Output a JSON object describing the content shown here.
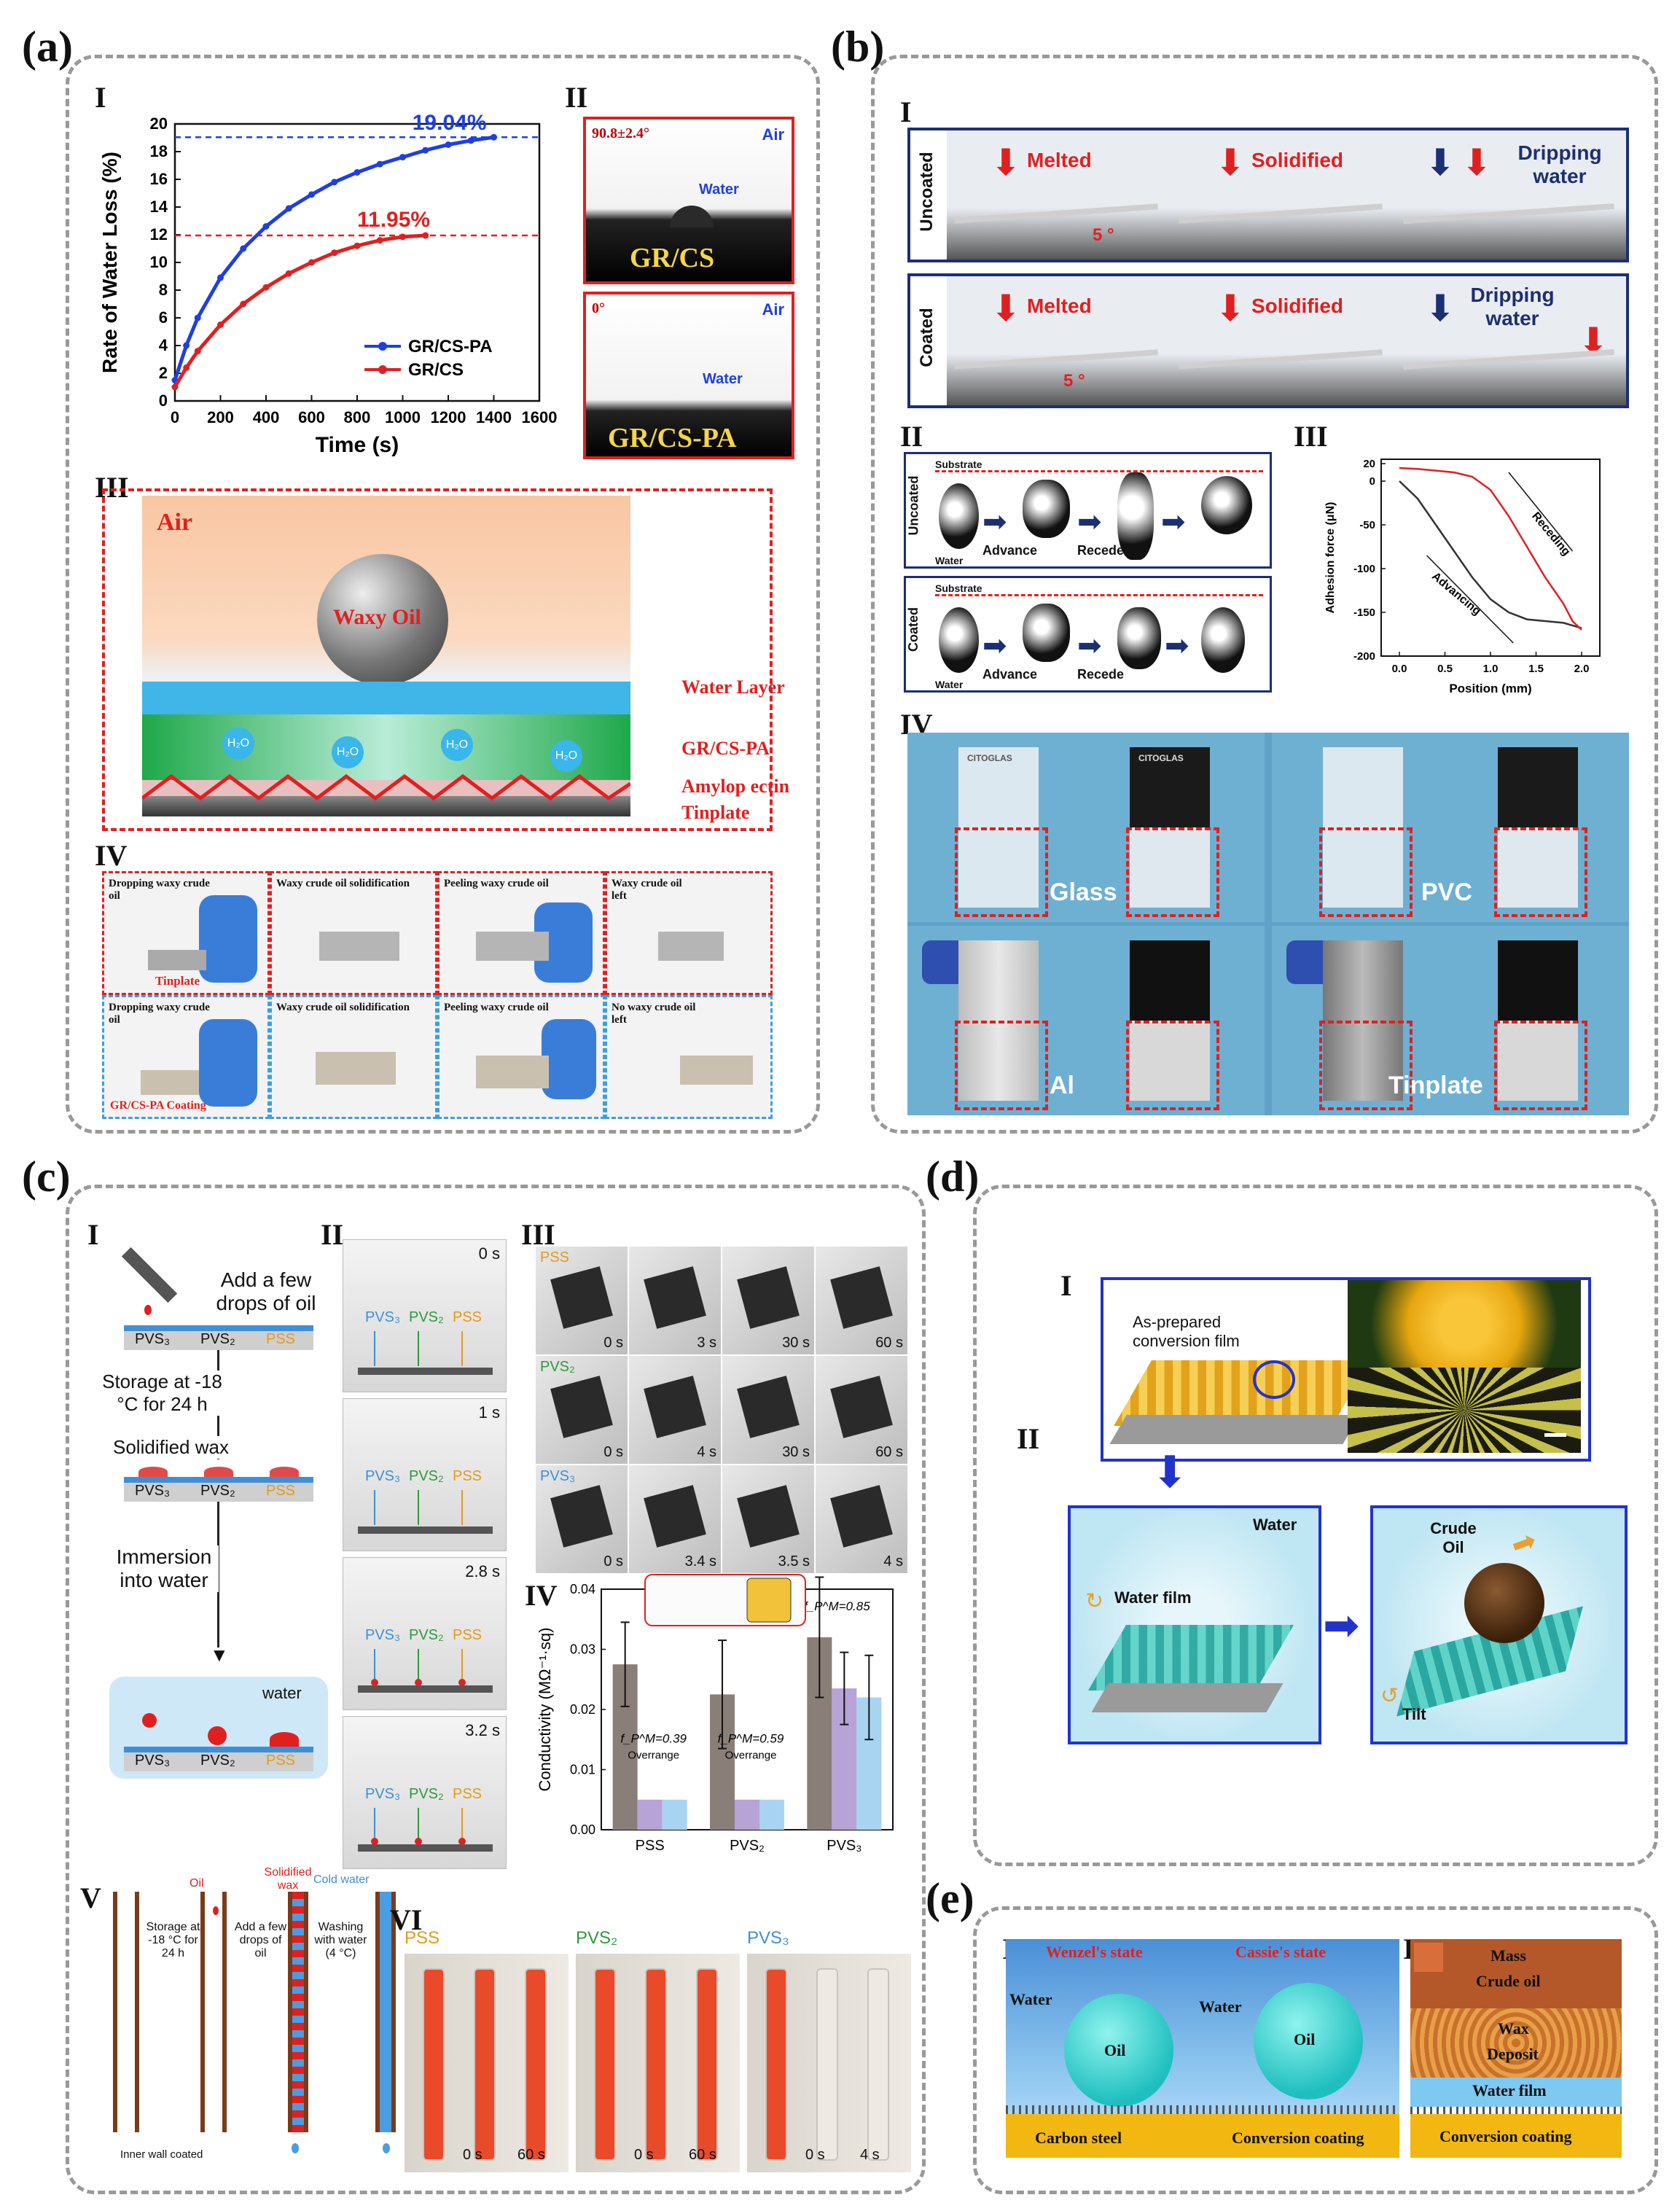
{
  "figure": {
    "panels": {
      "a": {
        "label": "(a)",
        "sub1": {
          "numeral": "I",
          "chart_data": {
            "type": "line",
            "xlabel": "Time (s)",
            "ylabel": "Rate of Water Loss (%)",
            "xlim": [
              0,
              1600
            ],
            "ylim": [
              0,
              20
            ],
            "x_ticks": [
              "0",
              "200",
              "400",
              "600",
              "800",
              "1000",
              "1200",
              "1400",
              "1600"
            ],
            "y_ticks": [
              "0",
              "2",
              "4",
              "6",
              "8",
              "10",
              "12",
              "14",
              "16",
              "18",
              "20"
            ],
            "legend_position": "bottom-right",
            "series": [
              {
                "name": "GR/CS-PA",
                "color": "#1f3fe0",
                "x": [
                  0,
                  50,
                  100,
                  200,
                  300,
                  400,
                  500,
                  600,
                  700,
                  800,
                  900,
                  1000,
                  1100,
                  1200,
                  1300,
                  1400
                ],
                "y": [
                  1.5,
                  4.0,
                  6.0,
                  8.9,
                  11.0,
                  12.6,
                  13.9,
                  14.9,
                  15.8,
                  16.5,
                  17.1,
                  17.6,
                  18.1,
                  18.5,
                  18.8,
                  19.04
                ]
              },
              {
                "name": "GR/CS",
                "color": "#e02020",
                "x": [
                  0,
                  50,
                  100,
                  200,
                  300,
                  400,
                  500,
                  600,
                  700,
                  800,
                  900,
                  1000,
                  1100
                ],
                "y": [
                  1.0,
                  2.4,
                  3.6,
                  5.5,
                  7.0,
                  8.2,
                  9.2,
                  10.0,
                  10.7,
                  11.2,
                  11.6,
                  11.85,
                  11.95
                ]
              }
            ],
            "annotations": [
              {
                "text": "19.04%",
                "y": 19.04,
                "color": "#1f3fe0"
              },
              {
                "text": "11.95%",
                "y": 11.95,
                "color": "#e02020"
              }
            ]
          }
        },
        "sub2": {
          "numeral": "II",
          "top": {
            "angle": "90.8±2.4°",
            "medium": "Air",
            "drop": "Water",
            "surface": "GR/CS"
          },
          "bottom": {
            "angle": "0°",
            "medium": "Air",
            "drop": "Water",
            "surface": "GR/CS-PA"
          }
        },
        "sub3": {
          "numeral": "III",
          "air": "Air",
          "droplet": "Waxy Oil",
          "h2o": "H₂O",
          "layers": [
            "Water Layer",
            "GR/CS-PA",
            "Amylop ectin",
            "Tinplate"
          ]
        },
        "sub4": {
          "numeral": "IV",
          "row1": [
            "Dropping waxy crude oil",
            "Waxy crude oil solidification",
            "Peeling waxy crude oil",
            "Waxy crude oil left"
          ],
          "row1_tag": "Tinplate",
          "row2": [
            "Dropping waxy crude oil",
            "Waxy crude oil solidification",
            "Peeling waxy crude oil",
            "No waxy crude oil left"
          ],
          "row2_tag": "GR/CS-PA Coating"
        }
      },
      "b": {
        "label": "(b)",
        "sub1": {
          "numeral": "I",
          "rows": [
            {
              "side": "Uncoated",
              "cells": [
                "Melted",
                "Solidified",
                "Dripping water"
              ],
              "angle": "5 °"
            },
            {
              "side": "Coated",
              "cells": [
                "Melted",
                "Solidified",
                "Dripping water"
              ],
              "angle": "5 °"
            }
          ]
        },
        "sub2": {
          "numeral": "II",
          "rows": [
            {
              "side": "Uncoated",
              "substrate": "Substrate",
              "water": "Water",
              "advance": "Advance",
              "recede": "Recede"
            },
            {
              "side": "Coated",
              "substrate": "Substrate",
              "water": "Water",
              "advance": "Advance",
              "recede": "Recede"
            }
          ]
        },
        "sub3": {
          "numeral": "III",
          "chart_data": {
            "type": "line",
            "xlabel": "Position (mm)",
            "ylabel": "Adhesion force (μN)",
            "xlim": [
              -0.2,
              2.2
            ],
            "ylim": [
              -200,
              25
            ],
            "x_ticks": [
              "0.0",
              "0.5",
              "1.0",
              "1.5",
              "2.0"
            ],
            "y_ticks": [
              "20",
              "0",
              "-50",
              "-100",
              "-150",
              "-200"
            ],
            "series": [
              {
                "name": "Advancing",
                "color": "#333333",
                "x": [
                  0,
                  0.2,
                  0.4,
                  0.6,
                  0.8,
                  1.0,
                  1.2,
                  1.4,
                  1.6,
                  1.8,
                  2.0
                ],
                "y": [
                  0,
                  -20,
                  -50,
                  -80,
                  -110,
                  -135,
                  -150,
                  -158,
                  -160,
                  -162,
                  -168
                ]
              },
              {
                "name": "Receding",
                "color": "#e02020",
                "x": [
                  2.0,
                  1.9,
                  1.8,
                  1.6,
                  1.4,
                  1.2,
                  1.0,
                  0.8,
                  0.6,
                  0.4,
                  0.2,
                  0
                ],
                "y": [
                  -170,
                  -160,
                  -140,
                  -110,
                  -75,
                  -40,
                  -10,
                  5,
                  10,
                  12,
                  14,
                  15
                ]
              }
            ],
            "labels": [
              "Advancing",
              "Receding"
            ]
          }
        },
        "sub4": {
          "numeral": "IV",
          "materials": [
            "Glass",
            "PVC",
            "Al",
            "Tinplate"
          ],
          "brand": "CITOGLAS"
        }
      },
      "c": {
        "label": "(c)",
        "sub1": {
          "numeral": "I",
          "add": "Add a few drops of oil",
          "surfaces": [
            "PVS₃",
            "PVS₂",
            "PSS"
          ],
          "storage": "Storage at -18 °C for 24 h",
          "solidified": "Solidified wax",
          "immersion": "Immersion into water",
          "water": "water"
        },
        "sub2": {
          "numeral": "II",
          "times": [
            "0 s",
            "1 s",
            "2.8 s",
            "3.2 s"
          ],
          "surfaces": [
            "PVS₃",
            "PVS₂",
            "PSS"
          ]
        },
        "sub3": {
          "numeral": "III",
          "rows": [
            {
              "name": "PSS",
              "times": [
                "0 s",
                "3 s",
                "30 s",
                "60 s"
              ]
            },
            {
              "name": "PVS₂",
              "times": [
                "0 s",
                "4 s",
                "30 s",
                "60 s"
              ]
            },
            {
              "name": "PVS₃",
              "times": [
                "0 s",
                "3.4 s",
                "3.5 s",
                "4 s"
              ]
            }
          ]
        },
        "sub4": {
          "numeral": "IV",
          "chart_data": {
            "type": "bar",
            "ylabel": "Conductivity (MΩ⁻¹·sq)",
            "categories": [
              "PSS",
              "PVS₂",
              "PVS₃"
            ],
            "ylim": [
              0,
              0.04
            ],
            "y_ticks": [
              "0.00",
              "0.01",
              "0.02",
              "0.03",
              "0.04"
            ],
            "series": [
              {
                "color": "#8a7f78",
                "values": [
                  0.0275,
                  0.0225,
                  0.032
                ],
                "err": [
                  0.007,
                  0.009,
                  0.01
                ]
              },
              {
                "color": "#b7a3d6",
                "values": [
                  0.005,
                  0.005,
                  0.0235
                ],
                "err": [
                  0,
                  0,
                  0.006
                ]
              },
              {
                "color": "#a8d4f2",
                "values": [
                  0.005,
                  0.005,
                  0.022
                ],
                "err": [
                  0,
                  0,
                  0.007
                ]
              }
            ],
            "annotations": [
              {
                "text": "f_P^M=0.39",
                "note": "Overrange"
              },
              {
                "text": "f_P^M=0.59",
                "note": "Overrange"
              },
              {
                "text": "f_P^M=0.85",
                "note": ""
              }
            ]
          }
        },
        "sub5": {
          "numeral": "V",
          "oil": "Oil",
          "wax": "Solidified wax",
          "cold": "Cold water",
          "steps": [
            "Storage at -18 °C for 24 h",
            "Add a few drops of oil",
            "Washing with water (4 °C)"
          ],
          "inner": "Inner wall coated"
        },
        "sub6": {
          "numeral": "VI",
          "groups": [
            {
              "name": "PSS",
              "color": "#e39a1e",
              "times": [
                "0 s",
                "60 s"
              ]
            },
            {
              "name": "PVS₂",
              "color": "#2e9a3a",
              "times": [
                "0 s",
                "60 s"
              ]
            },
            {
              "name": "PVS₃",
              "color": "#3f8fd6",
              "times": [
                "0 s",
                "4 s"
              ]
            }
          ]
        }
      },
      "d": {
        "label": "(d)",
        "sub1": {
          "numeral": "I",
          "text": "As-prepared conversion film"
        },
        "sub2": {
          "numeral": "II",
          "water": "Water",
          "water_film": "Water film",
          "crude": "Crude Oil",
          "tilt": "Tilt"
        }
      },
      "e": {
        "label": "(e)",
        "sub1": {
          "numeral": "I",
          "wenzel": "Wenzel's state",
          "cassie": "Cassie's state",
          "water": "Water",
          "oil": "Oil",
          "carbon": "Carbon steel",
          "conversion": "Conversion coating"
        },
        "sub2": {
          "numeral": "II",
          "mass": "Mass",
          "crude": "Crude oil",
          "wax": "Wax",
          "deposit": "Deposit",
          "film": "Water film",
          "conversion": "Conversion coating"
        }
      }
    }
  }
}
